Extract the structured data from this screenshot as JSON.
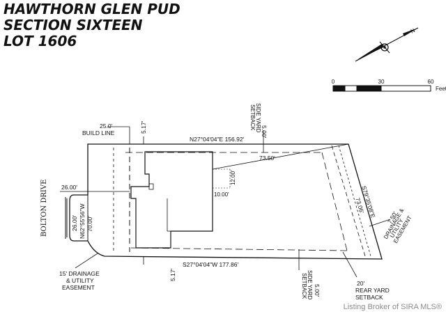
{
  "title": {
    "line1": "HAWTHORN GLEN PUD",
    "line2": "SECTION SIXTEEN",
    "line3": "LOT 1606"
  },
  "scale_bar": {
    "tick_0": "0",
    "tick_30": "30",
    "tick_60": "60",
    "unit": "Feet"
  },
  "labels": {
    "build_line_value": "25.0'",
    "build_line_text": "BUILD LINE",
    "top_setback": "5.17'",
    "side_yard_top_value": "5.00'",
    "side_yard_top_1": "SIDE YARD",
    "side_yard_top_2": "SETBACK",
    "north_bearing": "N27°04'04\"E  156.92'",
    "diag_dim": "73.50'",
    "dim_12": "12.00'",
    "dim_10": "10.00'",
    "front_26": "26.00'",
    "street": "BOLTON DRIVE",
    "curve_26": "26.00'",
    "curve_bearing": "N62°55'56\"W",
    "curve_70": "70.00'",
    "east_bearing": "S79°35'08\"E",
    "east_len": "73.06'",
    "easement_right_value": "7.50'",
    "easement_right_1": "DRAINAGE &",
    "easement_right_2": "UTILITY",
    "easement_right_3": "EASEMENT",
    "south_bearing": "S27°04'04\"W  177.86'",
    "bottom_setback": "5.17'",
    "easement_left_1": "15' DRAINAGE",
    "easement_left_2": "& UTILITY",
    "easement_left_3": "EASEMENT",
    "side_yard_bot_value": "5.00'",
    "side_yard_bot_1": "SIDE YARD",
    "side_yard_bot_2": "SETBACK",
    "rear_1": "20'",
    "rear_2": "REAR YARD",
    "rear_3": "SETBACK"
  },
  "watermark": "Listing Broker of SIRA MLS®"
}
